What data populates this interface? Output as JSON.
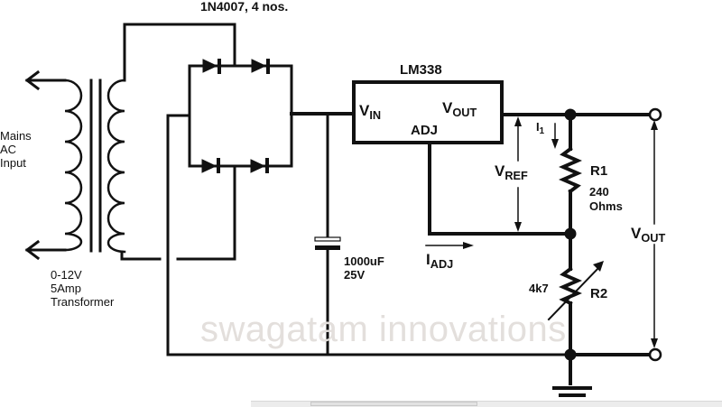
{
  "title": "1N4007, 4 nos.",
  "labels": {
    "mains": [
      "Mains",
      "AC",
      "Input"
    ],
    "transformer": [
      "0-12V",
      "5Amp",
      "Transformer"
    ],
    "regulator": "LM338",
    "vin": {
      "main": "V",
      "sub": "IN"
    },
    "vout_pin": {
      "main": "V",
      "sub": "OUT"
    },
    "adj": "ADJ",
    "i1": {
      "main": "I",
      "sub": "1"
    },
    "vref": {
      "main": "V",
      "sub": "REF"
    },
    "r1": "R1",
    "r1_value": [
      "240",
      "Ohms"
    ],
    "vout_terminal": {
      "main": "V",
      "sub": "OUT"
    },
    "capacitor": [
      "1000uF",
      "25V"
    ],
    "iadj": {
      "main": "I",
      "sub": "ADJ"
    },
    "r2_value": "4k7",
    "r2": "R2"
  },
  "watermark": "swagatam innovations",
  "colors": {
    "wire": "#111111",
    "watermark": "#e3dfdc"
  }
}
